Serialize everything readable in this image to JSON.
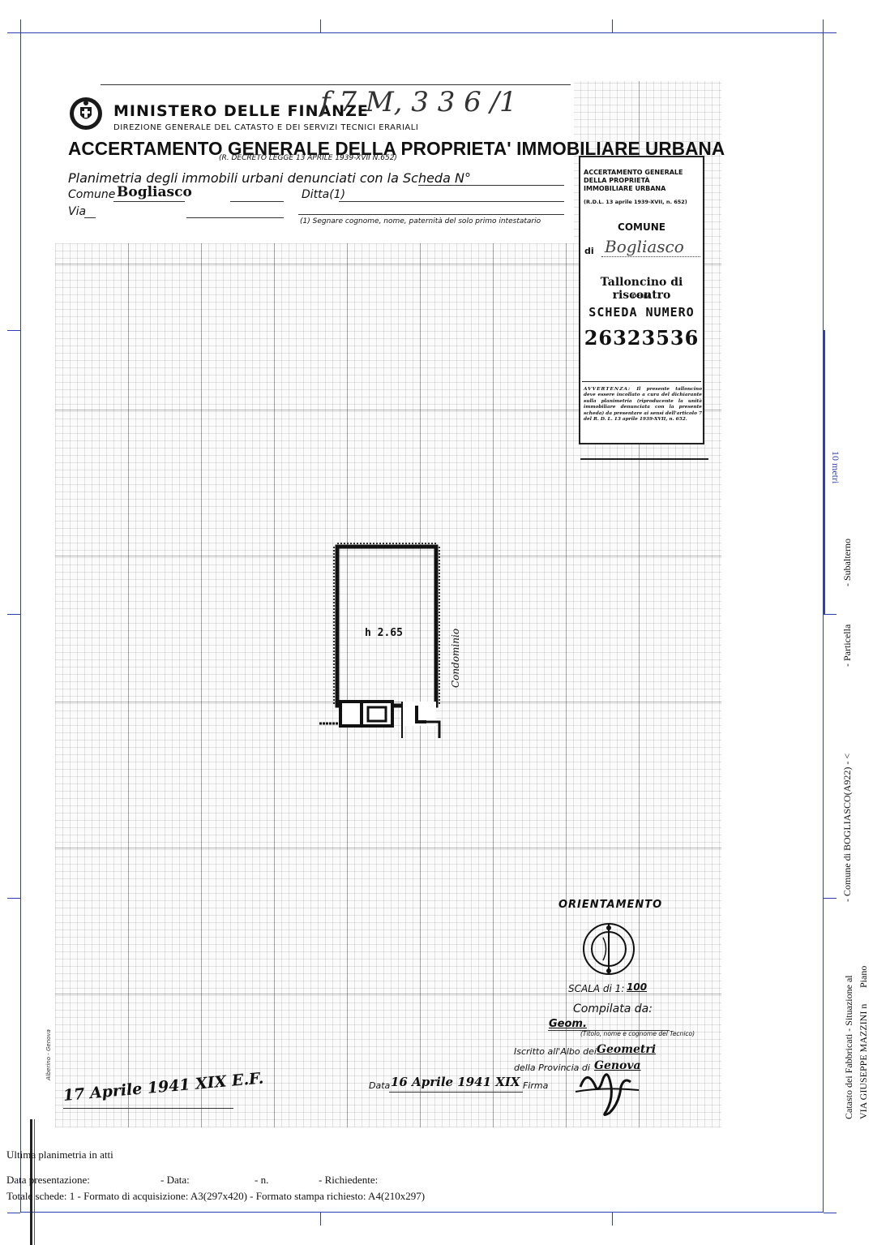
{
  "header": {
    "ministry": "MINISTERO DELLE FINANZE",
    "handwritten_ref": "f 7 M, 3 3 6 /1",
    "directorate": "DIREZIONE GENERALE DEL CATASTO E DEI SERVIZI TECNICI ERARIALI",
    "title": "ACCERTAMENTO GENERALE DELLA PROPRIETA' IMMOBILIARE URBANA",
    "decree": "(R. DECRETO LEGGE 13 APRILE 1939-XVII N.652)"
  },
  "form": {
    "plan_title": "Planimetria degli immobili urbani denunciati con la Scheda N°",
    "comune_label": "Comune",
    "comune_value": "Bogliasco",
    "ditta_label": "Ditta(1)",
    "via_label": "Via",
    "footnote": "(1) Segnare cognome, nome, paternità del solo primo intestatario"
  },
  "receipt": {
    "heading": "ACCERTAMENTO GENERALE DELLA PROPRIETÀ IMMOBILIARE URBANA",
    "reference": "(R.D.L. 13 aprile 1939-XVII, n. 652)",
    "comune": "COMUNE",
    "di": "di",
    "comune_name": "Bogliasco",
    "talloncino": "Talloncino di riscontro",
    "della": "DELLA",
    "scheda": "SCHEDA NUMERO",
    "number": "26323536",
    "warning_label": "AVVERTENZA:",
    "warning_text": "Il presente talloncino deve essere incollato a cura del dichiarante sulla planimetria (riproducente la unità immobiliare denunciata con la presente scheda) da presentare ai sensi dell'articolo 7 del R. D. L. 13 aprile 1939-XVII, n. 652."
  },
  "plan": {
    "height": "h 2.65",
    "neighbor": "Condominio"
  },
  "legend": {
    "orientation": "ORIENTAMENTO",
    "scale_label": "SCALA di 1:",
    "scale_value": "100",
    "compiled_by": "Compilata da:",
    "geom": "Geom.",
    "titolo_note": "(Titolo, nome e cognome del Tecnico)",
    "iscritto_label": "Iscritto all'Albo dei",
    "iscritto_value": "Geometri",
    "provincia_label": "della Provincia di",
    "provincia_value": "Genova",
    "data_label": "Data",
    "data_value": "16 Aprile 1941 XIX",
    "firma_label": "Firma",
    "left_date": "17 Aprile 1941 XIX E.F.",
    "margin_stamp": "Alberino - Genova"
  },
  "right_margin": {
    "scale_bar": "10 metri",
    "subalterno": "- Subalterno",
    "particella": "- Particella",
    "comune": "- Comune di BOGLIASCO(A922) - <",
    "catasto": "Catasto dei Fabbricati - Situazione al",
    "via": "VIA GIUSEPPE MAZZINI n",
    "piano": "Piano"
  },
  "footer": {
    "ultima": "Ultima planimetria in atti",
    "data_presentazione": "Data presentazione:",
    "data": "- Data:",
    "n": "- n.",
    "richiedente": "- Richiedente:",
    "totale": "Totale schede: 1 - Formato di acquisizione: A3(297x420)  - Formato stampa richiesto: A4(210x297)"
  },
  "colors": {
    "frame": "#2e3fb0",
    "ink": "#111111"
  }
}
